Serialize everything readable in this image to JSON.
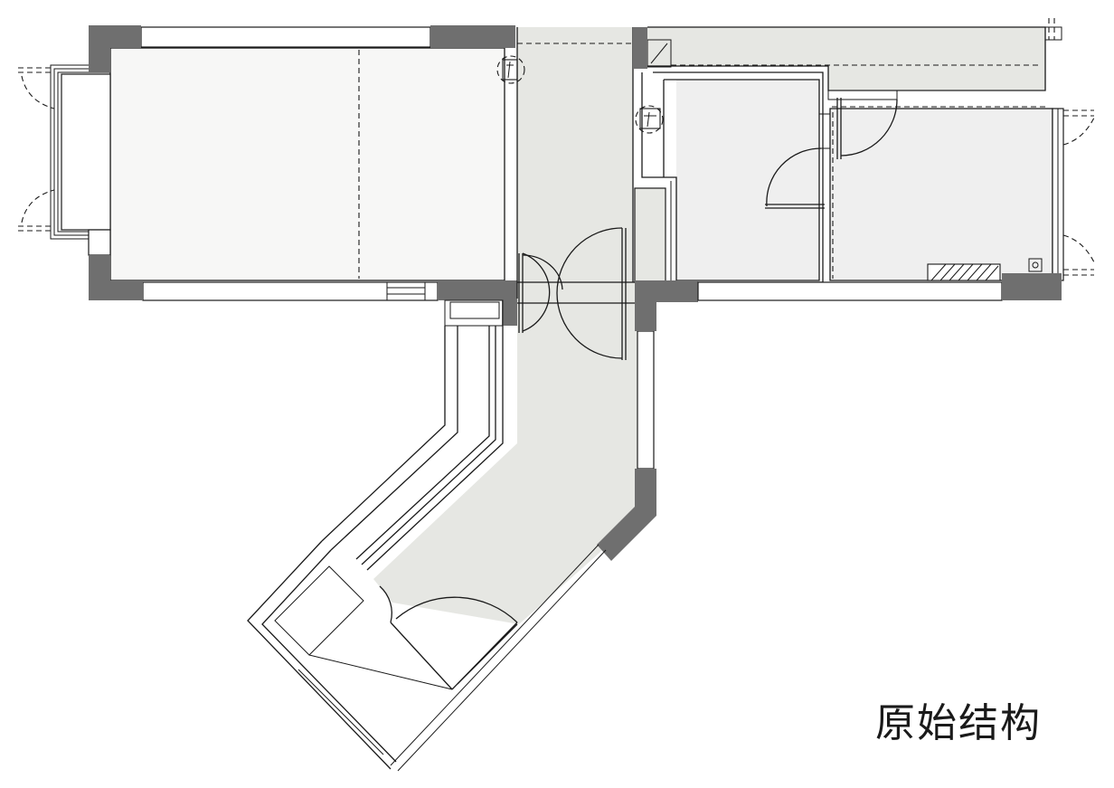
{
  "caption": "原始结构",
  "colors": {
    "background": "#ffffff",
    "wall": "#6f6f6f",
    "room_light": "#f7f7f6",
    "room_grey": "#e6e7e3",
    "room_bedroom": "#efefef",
    "line": "#1a1a1a"
  },
  "symbols": [
    "door-swing",
    "window",
    "floor-drain",
    "stove-hatch",
    "column"
  ]
}
